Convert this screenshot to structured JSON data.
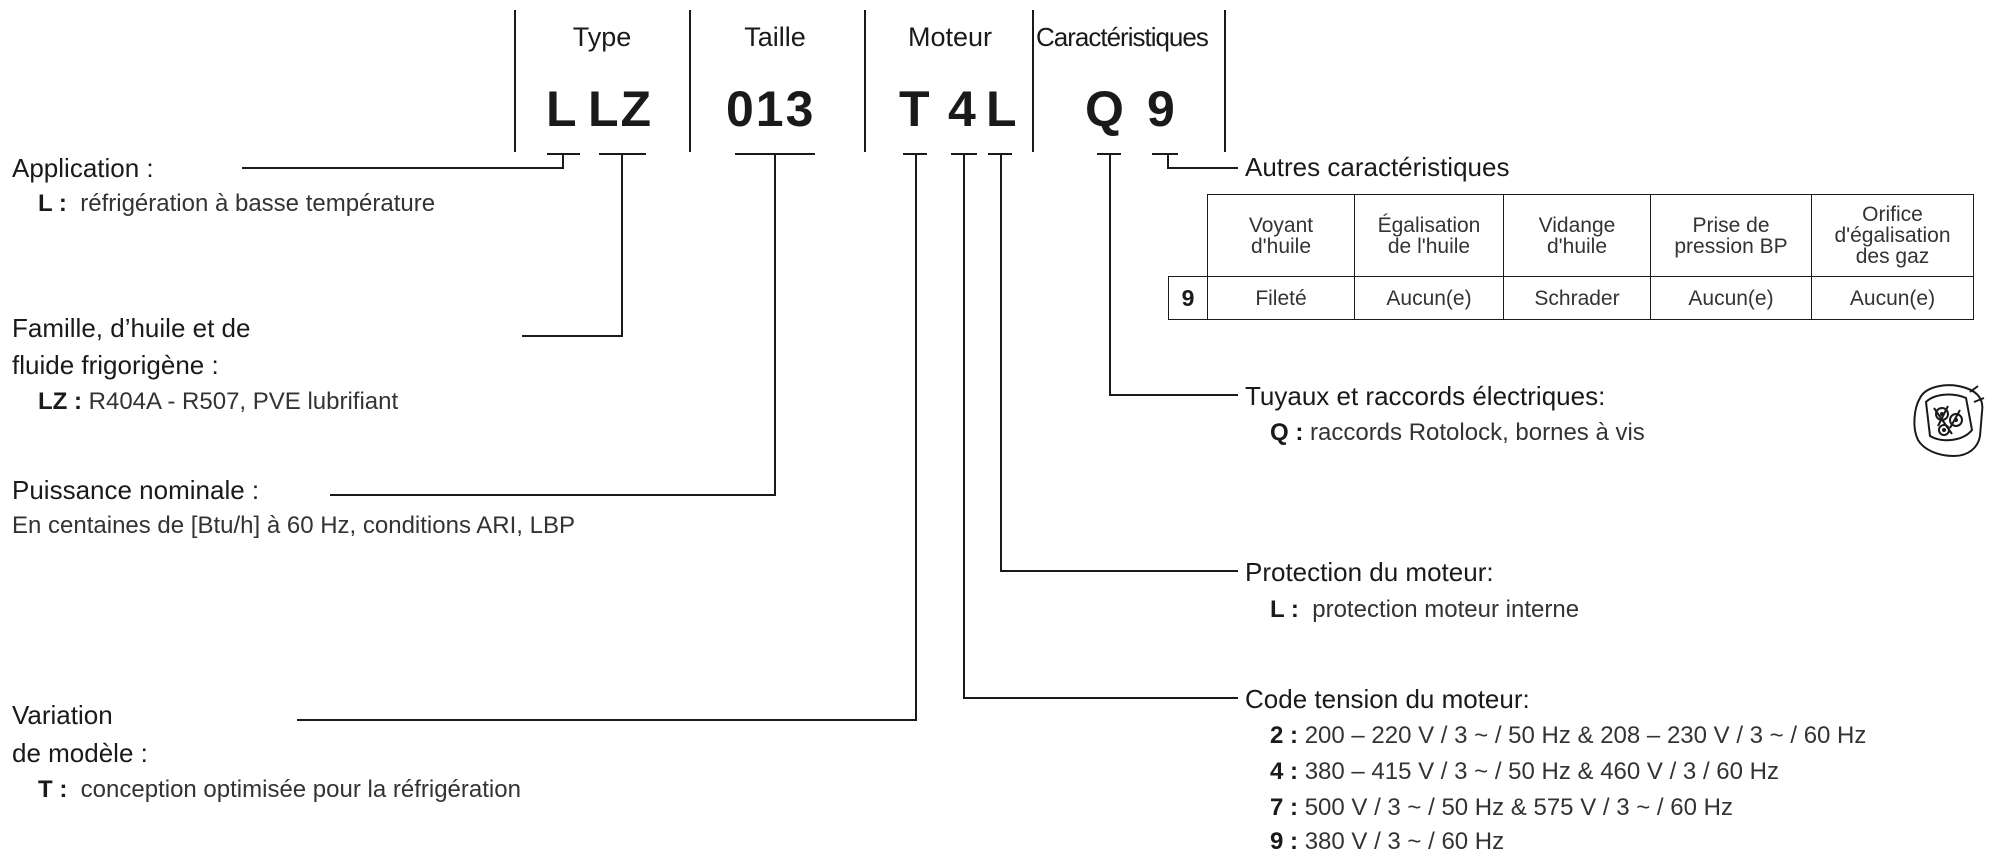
{
  "header": {
    "type": "Type",
    "taille": "Taille",
    "moteur": "Moteur",
    "caracteristiques": "Caractéristiques"
  },
  "codes": {
    "L": "L",
    "LZ": "LZ",
    "size": "013",
    "T": "T",
    "voltage": "4",
    "protection": "L",
    "Q": "Q",
    "nine": "9"
  },
  "left": {
    "application": {
      "title": "Application :",
      "label": "L :",
      "desc": "réfrigération à basse température"
    },
    "famille": {
      "title1": "Famille, d’huile et de",
      "title2": "fluide frigorigène :",
      "label": "LZ :",
      "desc": "R404A - R507, PVE lubrifiant"
    },
    "puissance": {
      "title": "Puissance nominale :",
      "desc": "En centaines de [Btu/h] à 60 Hz, conditions ARI, LBP"
    },
    "variation": {
      "title1": "Variation",
      "title2": "de modèle :",
      "label": "T :",
      "desc": "conception optimisée pour la réfrigération"
    }
  },
  "right": {
    "autres": {
      "title": "Autres caractéristiques"
    },
    "tuyaux": {
      "title": "Tuyaux et raccords électriques:",
      "label": "Q :",
      "desc": "raccords Rotolock, bornes à vis"
    },
    "protection": {
      "title": "Protection du moteur:",
      "label": "L :",
      "desc": "protection moteur interne"
    },
    "tension": {
      "title": "Code tension du moteur:",
      "items": [
        {
          "code": "2 :",
          "text": "200 – 220 V / 3 ~ / 50 Hz & 208 – 230 V / 3 ~ / 60 Hz"
        },
        {
          "code": "4 :",
          "text": "380 – 415 V / 3 ~ / 50 Hz & 460 V / 3 / 60 Hz"
        },
        {
          "code": "7 :",
          "text": "500 V / 3 ~ / 50 Hz & 575 V / 3 ~ / 60 Hz"
        },
        {
          "code": "9 :",
          "text": "380 V / 3 ~ / 60 Hz"
        }
      ]
    }
  },
  "features_table": {
    "headers": [
      "Voyant d'huile",
      "Égalisation de l'huile",
      "Vidange d'huile",
      "Prise de pression BP",
      "Orifice d'égalisation des gaz"
    ],
    "row": {
      "code": "9",
      "values": [
        "Fileté",
        "Aucun(e)",
        "Schrader",
        "Aucun(e)",
        "Aucun(e)"
      ]
    }
  },
  "icons": {
    "compressor": "terminal-box-icon"
  },
  "colors": {
    "text": "#1a1a1a",
    "muted": "#333333",
    "lines": "#1a1a1a"
  }
}
